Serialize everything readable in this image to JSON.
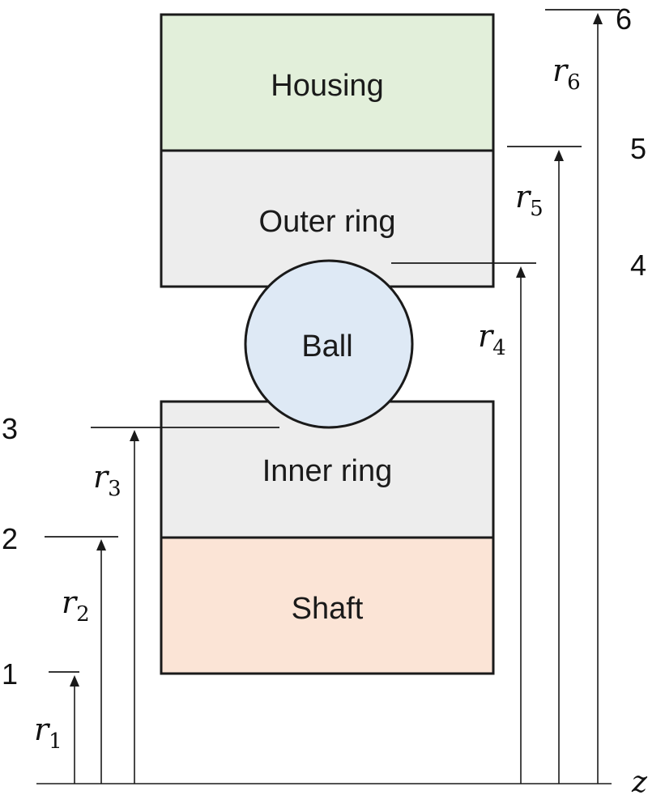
{
  "components": {
    "housing": {
      "label": "Housing",
      "fill": "#e2efda"
    },
    "outer_ring": {
      "label": "Outer ring",
      "fill": "#ededed"
    },
    "ball": {
      "label": "Ball",
      "fill": "#dee9f5"
    },
    "inner_ring": {
      "label": "Inner ring",
      "fill": "#ededed"
    },
    "shaft": {
      "label": "Shaft",
      "fill": "#fbe4d6"
    }
  },
  "levels": [
    {
      "number": "1",
      "radius_symbol": "r",
      "radius_subscript": "1"
    },
    {
      "number": "2",
      "radius_symbol": "r",
      "radius_subscript": "2"
    },
    {
      "number": "3",
      "radius_symbol": "r",
      "radius_subscript": "3"
    },
    {
      "number": "4",
      "radius_symbol": "r",
      "radius_subscript": "4"
    },
    {
      "number": "5",
      "radius_symbol": "r",
      "radius_subscript": "5"
    },
    {
      "number": "6",
      "radius_symbol": "r",
      "radius_subscript": "6"
    }
  ],
  "axis": {
    "label": "z"
  }
}
